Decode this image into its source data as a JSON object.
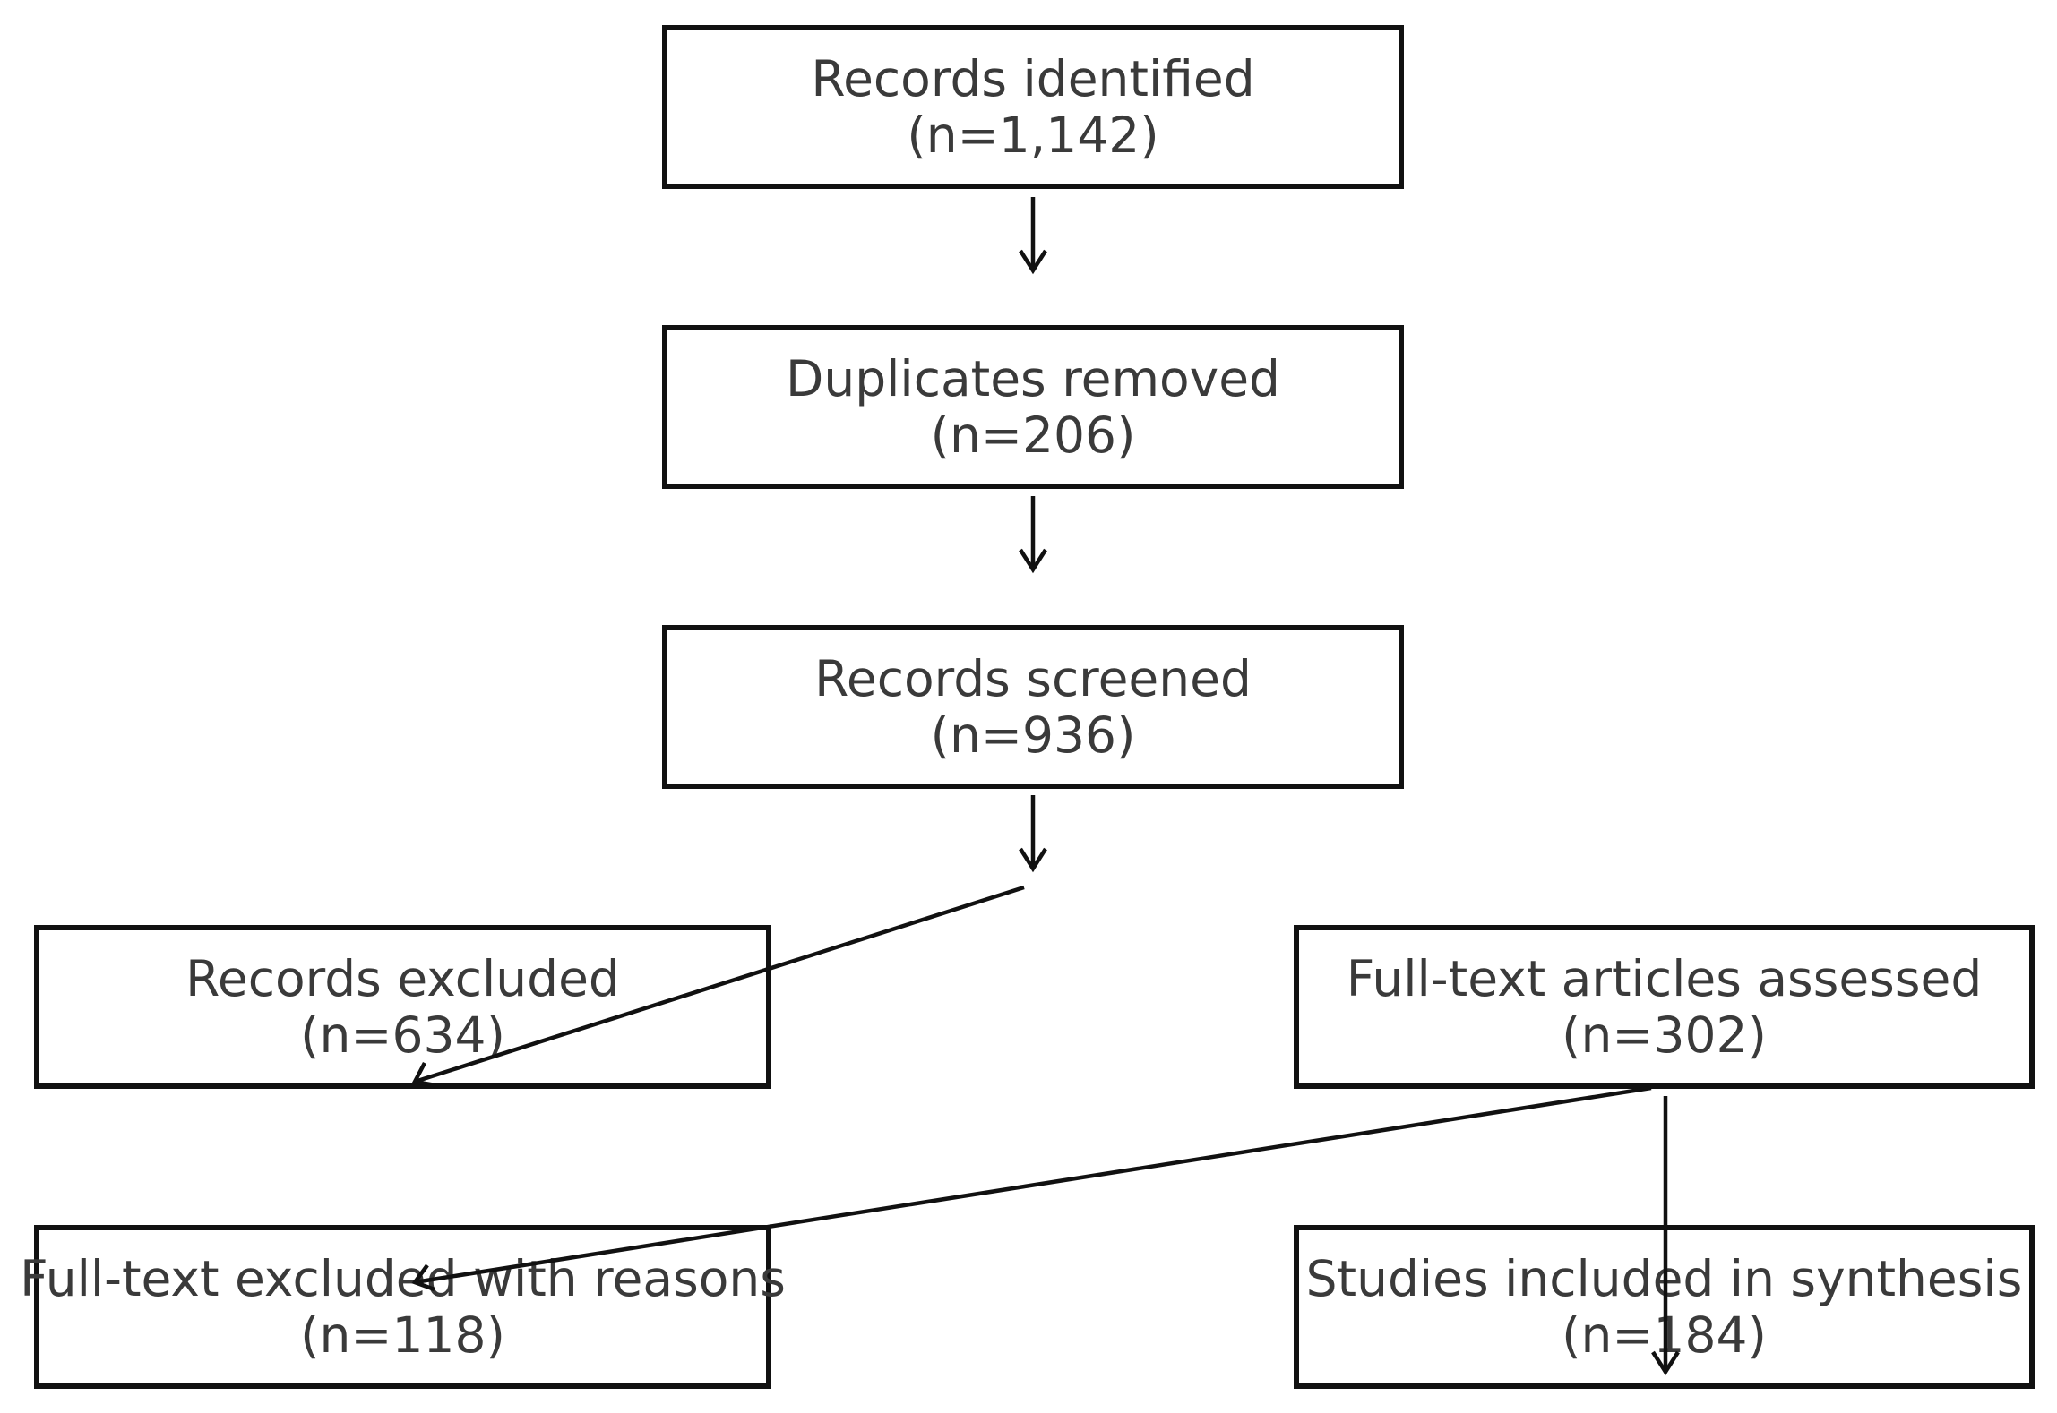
{
  "nodes": {
    "records_identified": {
      "label": "Records identified",
      "count": "(n=1,142)"
    },
    "duplicates_removed": {
      "label": "Duplicates removed",
      "count": "(n=206)"
    },
    "records_screened": {
      "label": "Records screened",
      "count": "(n=936)"
    },
    "records_excluded": {
      "label": "Records excluded",
      "count": "(n=634)"
    },
    "fulltext_assessed": {
      "label": "Full-text articles assessed",
      "count": "(n=302)"
    },
    "fulltext_excluded": {
      "label": "Full-text excluded with reasons",
      "count": "(n=118)"
    },
    "studies_included": {
      "label": "Studies included in synthesis",
      "count": "(n=184)"
    }
  },
  "edges": [
    {
      "from": "records_identified",
      "to": "duplicates_removed"
    },
    {
      "from": "duplicates_removed",
      "to": "records_screened"
    },
    {
      "from": "records_screened",
      "to": "records_excluded"
    },
    {
      "from": "fulltext_assessed",
      "to": "fulltext_excluded"
    },
    {
      "from": "fulltext_assessed",
      "to": "studies_included"
    }
  ],
  "colors": {
    "border": "#111111",
    "text": "#3a3a3a",
    "background": "#ffffff"
  }
}
